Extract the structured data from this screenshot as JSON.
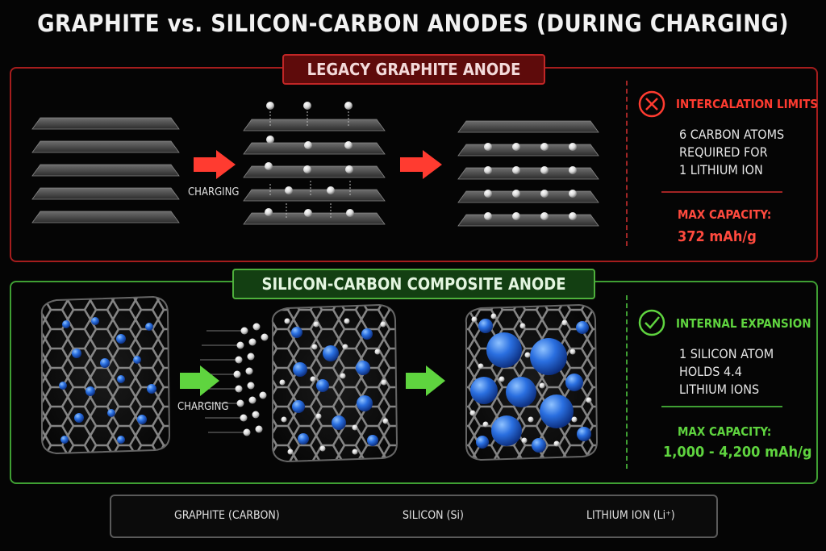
{
  "title": "GRAPHITE vs. SILICON-CARBON ANODES (DURING CHARGING)",
  "graphite_section": {
    "tag": "LEGACY GRAPHITE ANODE",
    "arrow_label": "CHARGING",
    "info_heading": "INTERCALATION LIMITS",
    "info_lines": [
      "6 CARBON ATOMS",
      "REQUIRED FOR",
      "1 LITHIUM ION"
    ],
    "capacity_label": "MAX CAPACITY:",
    "capacity_value": "372 mAh/g",
    "status_icon": "x-circle-icon",
    "accent": "#ff3b30"
  },
  "silicon_section": {
    "tag": "SILICON-CARBON COMPOSITE ANODE",
    "arrow_label": "CHARGING",
    "info_heading": "INTERNAL EXPANSION",
    "info_lines": [
      "1 SILICON ATOM",
      "HOLDS 4.4",
      "LITHIUM IONS"
    ],
    "capacity_label": "MAX CAPACITY:",
    "capacity_value": "1,000 - 4,200 mAh/g",
    "status_icon": "check-circle-icon",
    "accent": "#5fd43f"
  },
  "legend": {
    "items": [
      {
        "icon": "graphite-sheet-icon",
        "label": "GRAPHITE (CARBON)"
      },
      {
        "icon": "silicon-sphere-icon",
        "label": "SILICON (Si)"
      },
      {
        "icon": "lithium-ion-icon",
        "label": "LITHIUM ION (Li⁺)"
      }
    ]
  },
  "colors": {
    "graphite_sheet": "#4a4a4a",
    "silicon": "#1e63d6",
    "lithium": "#f0f0f0",
    "red_frame": "#a51d1d",
    "green_frame": "#3f9f33"
  }
}
